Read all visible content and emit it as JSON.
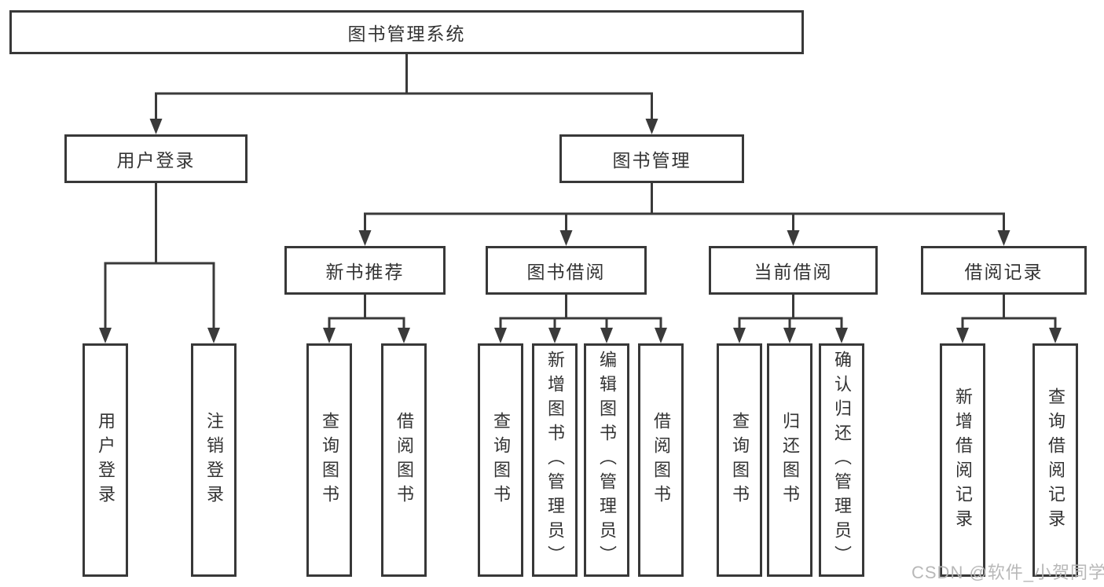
{
  "nodes": {
    "root": "图书管理系统",
    "level2": {
      "user_login": "用户登录",
      "book_mgmt": "图书管理"
    },
    "level3": {
      "new_book_rec": "新书推荐",
      "book_borrow": "图书借阅",
      "current_borrow": "当前借阅",
      "borrow_records": "借阅记录"
    },
    "leaves": {
      "user_login_login": "用户登录",
      "user_login_logout": "注销登录",
      "rec_query_book": "查询图书",
      "rec_borrow_book": "借阅图书",
      "borrow_query_book": "查询图书",
      "borrow_add_book": "新增图书（管理员）",
      "borrow_edit_book": "编辑图书（管理员）",
      "borrow_borrow_book": "借阅图书",
      "current_query_book": "查询图书",
      "current_return_book": "归还图书",
      "current_confirm_return": "确认归还（管理员）",
      "records_add_record": "新增借阅记录",
      "records_query_record": "查询借阅记录"
    }
  },
  "watermark": "CSDN @软件_小贺同学",
  "colors": {
    "line": "#3a3a3a",
    "border": "#383838",
    "text": "#333333",
    "watermark": "#b4b4b4"
  }
}
